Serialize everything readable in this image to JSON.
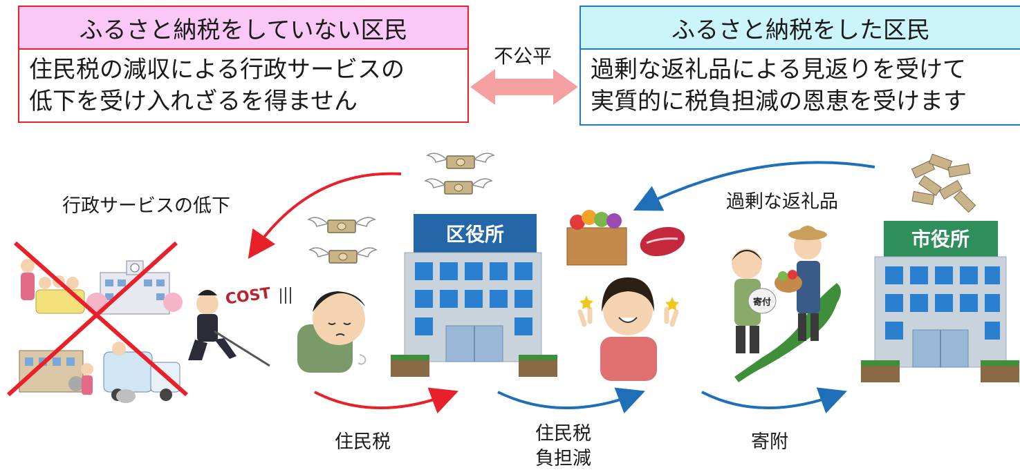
{
  "left_box": {
    "title": "ふるさと納税をしていない区民",
    "line1": "住民税の減収による行政サービスの",
    "line2": "低下を受け入れざるを得ません",
    "title_bg": "#f9c8f6",
    "border": "#e8202a"
  },
  "right_box": {
    "title": "ふるさと納税をした区民",
    "line1": "過剰な返礼品による見返りを受けて",
    "line2": "実質的に税負担減の恩恵を受けます",
    "title_bg": "#ccf4fb",
    "border": "#1f7cc0"
  },
  "unfair_label": "不公平",
  "labels": {
    "admin_decline": "行政サービスの低下",
    "excess_gifts": "過剰な返礼品",
    "resident_tax": "住民税",
    "tax_reduction_1": "住民税",
    "tax_reduction_2": "負担減",
    "donation": "寄附"
  },
  "buildings": {
    "ward_office": "区役所",
    "city_office": "市役所"
  },
  "illustration_text": {
    "cost": "COST",
    "donation_bag": "寄付"
  },
  "colors": {
    "red_arrow": "#e8202a",
    "blue_arrow": "#1f6fb8",
    "pink_arrow": "#f4a0a0",
    "building_body": "#c9d3dc",
    "window": "#2b7fd1",
    "sign": "#2566a8",
    "city_sign": "#2e8f5a"
  },
  "icons": [
    "money-with-wings-icon",
    "meat-icon",
    "vegetable-box-icon",
    "person-icon",
    "cross-out-icon",
    "japan-map-icon"
  ]
}
